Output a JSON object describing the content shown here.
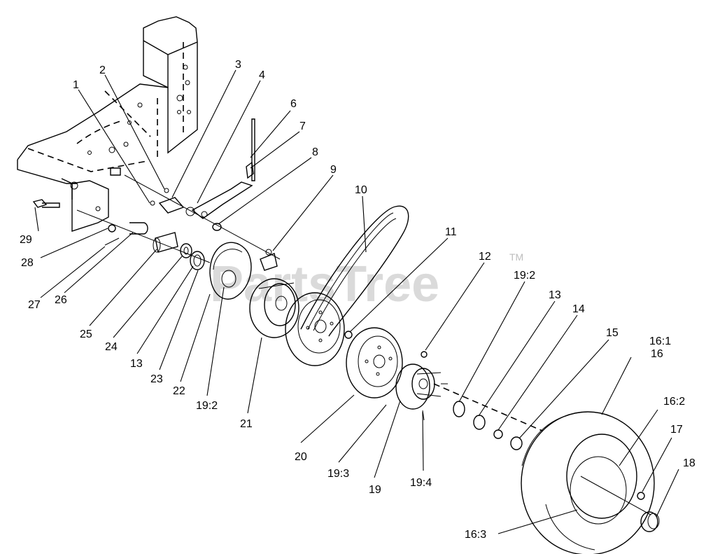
{
  "watermark": {
    "text": "PartsTree",
    "trademark": "TM"
  },
  "callouts": [
    "1",
    "2",
    "3",
    "4",
    "6",
    "7",
    "8",
    "9",
    "10",
    "11",
    "12",
    "19:2",
    "13",
    "14",
    "15",
    "16:1",
    "16",
    "16:2",
    "17",
    "18",
    "29",
    "28",
    "27",
    "26",
    "25",
    "24",
    "13",
    "23",
    "22",
    "19:2",
    "21",
    "20",
    "19:3",
    "19",
    "19:4",
    "16:3"
  ]
}
